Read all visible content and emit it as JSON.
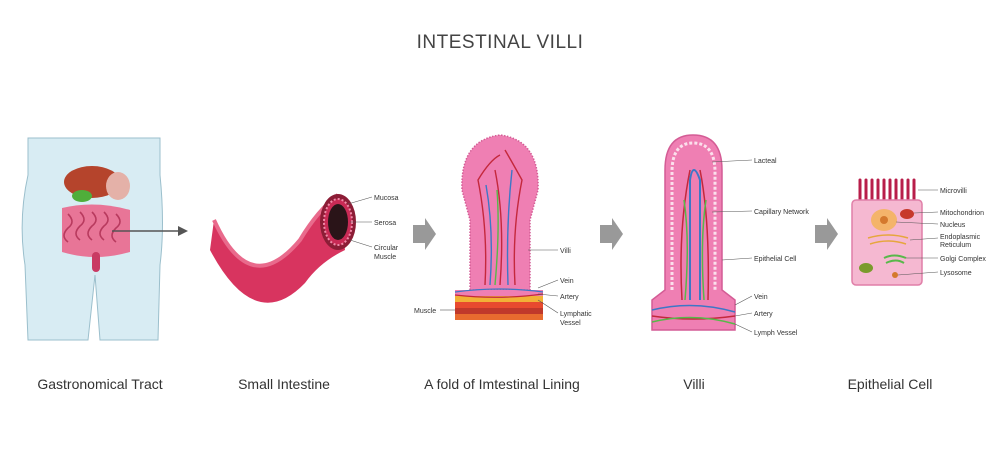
{
  "title": "INTESTINAL VILLI",
  "stock_id": "1075968028",
  "panels": [
    {
      "label": "Gastronomical Tract"
    },
    {
      "label": "Small Intestine"
    },
    {
      "label": "A fold of Imtestinal Lining"
    },
    {
      "label": "Villi"
    },
    {
      "label": "Epithelial Cell"
    }
  ],
  "small_intestine_labels": {
    "mucosa": "Mucosa",
    "serosa": "Serosa",
    "circular_muscle_1": "Circular",
    "circular_muscle_2": "Muscle"
  },
  "fold_labels": {
    "villi": "Villi",
    "vein": "Vein",
    "artery": "Artery",
    "lymphatic_1": "Lymphatic",
    "lymphatic_2": "Vessel",
    "muscle": "Muscle"
  },
  "villi_labels": {
    "lacteal": "Lacteal",
    "capillary": "Capillary Network",
    "epithelial": "Epithelial Cell",
    "vein": "Vein",
    "artery": "Artery",
    "lymph": "Lymph Vessel"
  },
  "cell_labels": {
    "microvilli": "Microvilli",
    "mitochondrion": "Mitochondrion",
    "nucleus": "Nucleus",
    "er_1": "Endoplasmic",
    "er_2": "Reticulum",
    "golgi": "Golgi Complex",
    "lysosome": "Lysosome"
  },
  "colors": {
    "body": "#d8ecf3",
    "villus": "#ef7fb3",
    "artery": "#d8283c",
    "vein": "#3d77c7",
    "lymph": "#58b84a",
    "arrow": "#999999",
    "intestine": "#d8345f"
  }
}
